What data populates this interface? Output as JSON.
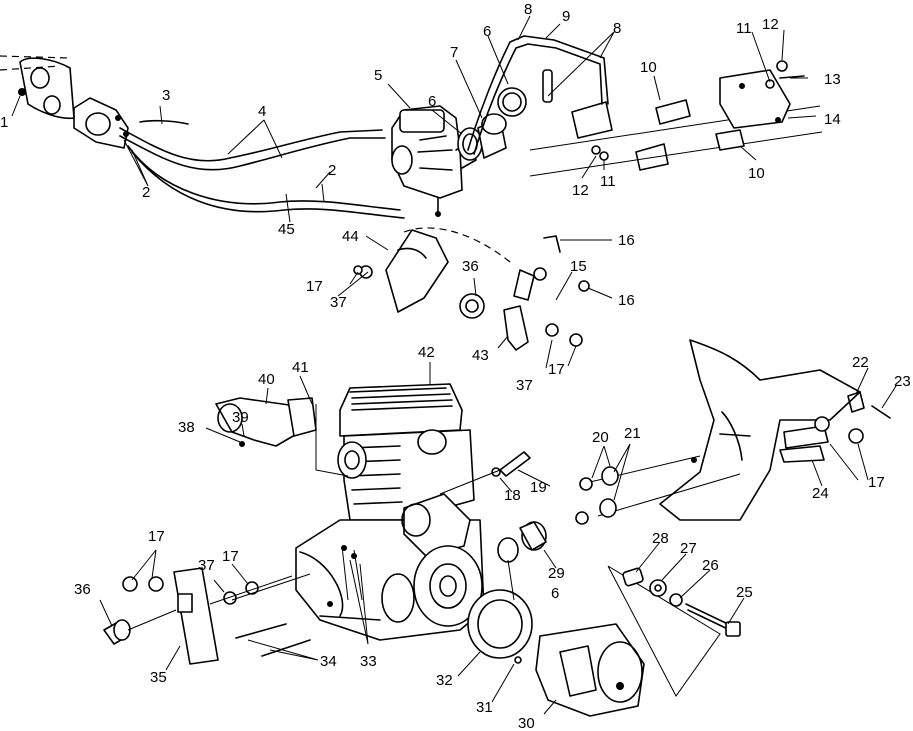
{
  "callouts": [
    {
      "id": "c1",
      "text": "1"
    },
    {
      "id": "c2a",
      "text": "2"
    },
    {
      "id": "c2b",
      "text": "2"
    },
    {
      "id": "c3",
      "text": "3"
    },
    {
      "id": "c4",
      "text": "4"
    },
    {
      "id": "c5",
      "text": "5"
    },
    {
      "id": "c6a",
      "text": "6"
    },
    {
      "id": "c6b",
      "text": "6"
    },
    {
      "id": "c6c",
      "text": "6"
    },
    {
      "id": "c7",
      "text": "7"
    },
    {
      "id": "c8a",
      "text": "8"
    },
    {
      "id": "c8b",
      "text": "8"
    },
    {
      "id": "c9",
      "text": "9"
    },
    {
      "id": "c10a",
      "text": "10"
    },
    {
      "id": "c10b",
      "text": "10"
    },
    {
      "id": "c11a",
      "text": "11"
    },
    {
      "id": "c11b",
      "text": "11"
    },
    {
      "id": "c12a",
      "text": "12"
    },
    {
      "id": "c12b",
      "text": "12"
    },
    {
      "id": "c13",
      "text": "13"
    },
    {
      "id": "c14",
      "text": "14"
    },
    {
      "id": "c15",
      "text": "15"
    },
    {
      "id": "c16a",
      "text": "16"
    },
    {
      "id": "c16b",
      "text": "16"
    },
    {
      "id": "c17a",
      "text": "17"
    },
    {
      "id": "c17b",
      "text": "17"
    },
    {
      "id": "c17c",
      "text": "17"
    },
    {
      "id": "c17d",
      "text": "17"
    },
    {
      "id": "c17e",
      "text": "17"
    },
    {
      "id": "c18",
      "text": "18"
    },
    {
      "id": "c19",
      "text": "19"
    },
    {
      "id": "c20",
      "text": "20"
    },
    {
      "id": "c21",
      "text": "21"
    },
    {
      "id": "c22",
      "text": "22"
    },
    {
      "id": "c23",
      "text": "23"
    },
    {
      "id": "c24",
      "text": "24"
    },
    {
      "id": "c25",
      "text": "25"
    },
    {
      "id": "c26",
      "text": "26"
    },
    {
      "id": "c27",
      "text": "27"
    },
    {
      "id": "c28",
      "text": "28"
    },
    {
      "id": "c29",
      "text": "29"
    },
    {
      "id": "c30",
      "text": "30"
    },
    {
      "id": "c31",
      "text": "31"
    },
    {
      "id": "c32",
      "text": "32"
    },
    {
      "id": "c33",
      "text": "33"
    },
    {
      "id": "c34",
      "text": "34"
    },
    {
      "id": "c35",
      "text": "35"
    },
    {
      "id": "c36a",
      "text": "36"
    },
    {
      "id": "c36b",
      "text": "36"
    },
    {
      "id": "c37a",
      "text": "37"
    },
    {
      "id": "c37b",
      "text": "37"
    },
    {
      "id": "c37c",
      "text": "37"
    },
    {
      "id": "c38",
      "text": "38"
    },
    {
      "id": "c39",
      "text": "39"
    },
    {
      "id": "c40",
      "text": "40"
    },
    {
      "id": "c41",
      "text": "41"
    },
    {
      "id": "c42",
      "text": "42"
    },
    {
      "id": "c43",
      "text": "43"
    },
    {
      "id": "c44",
      "text": "44"
    },
    {
      "id": "c45",
      "text": "45"
    }
  ]
}
